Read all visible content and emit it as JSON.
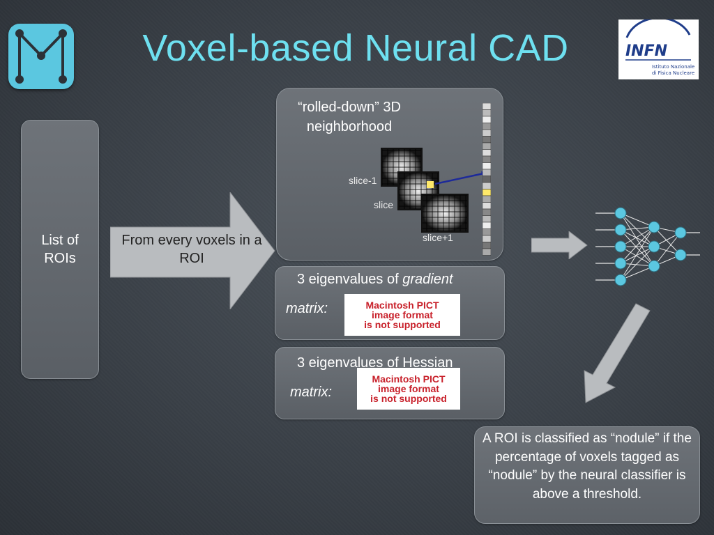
{
  "title": "Voxel-based Neural CAD",
  "roi_list_label": "List of ROIs",
  "arrow_label": "From every voxels in a ROI",
  "neighborhood": {
    "title": "“rolled-down” 3D neighborhood",
    "slice_labels": [
      "slice-1",
      "slice",
      "slice+1"
    ]
  },
  "gradient_box": {
    "line1_prefix": "3 eigenvalues of ",
    "line1_italic": "gradient",
    "line2": "matrix:",
    "image_text": [
      "Macintosh PICT",
      "image format",
      "is not supported"
    ]
  },
  "hessian_box": {
    "line1": "3 eigenvalues of Hessian",
    "line2": "matrix:",
    "image_text": [
      "Macintosh PICT",
      "image format",
      "is not supported"
    ]
  },
  "result_text": "A ROI is classified as “nodule” if the percentage of voxels tagged as “nodule” by the neural classifier is above a threshold.",
  "logo": {
    "letters": "INFN",
    "line1": "Istituto Nazionale",
    "line2": "di Fisica Nucleare"
  },
  "colors": {
    "title": "#6ee0f0",
    "node": "#5bc7e0",
    "arrow": "#b9bcbf",
    "pict_text": "#c8202a",
    "infn_blue": "#1f3d8a"
  }
}
